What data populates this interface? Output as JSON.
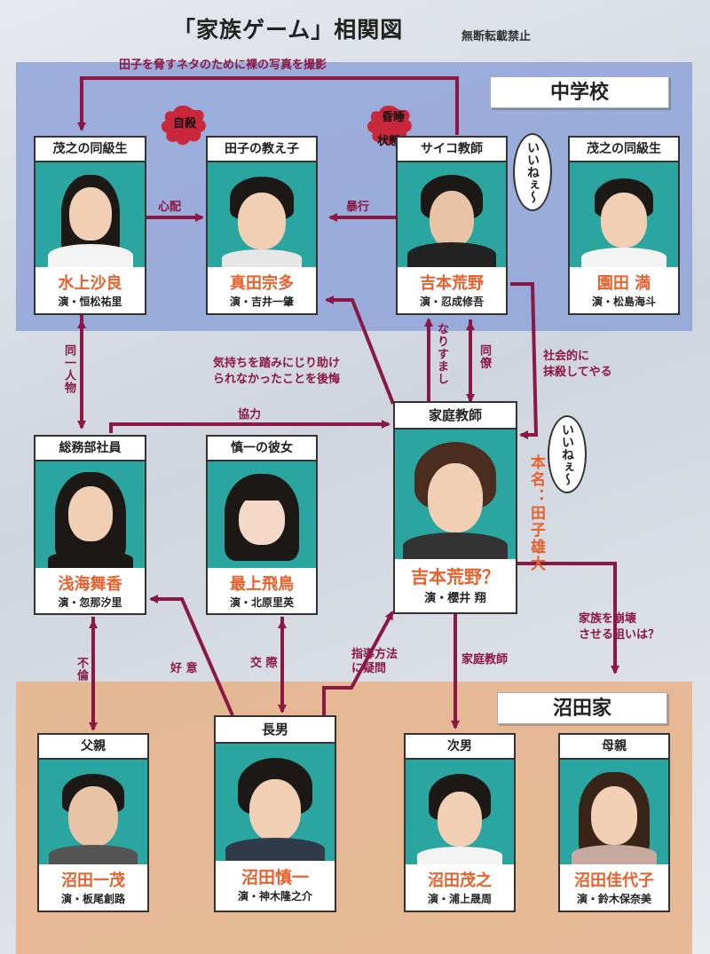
{
  "header": {
    "title": "「家族ゲーム」相関図",
    "subtitle": "無断転載禁止"
  },
  "zones": {
    "school": "中学校",
    "home": "沼田家"
  },
  "colors": {
    "arrow": "#8b1744",
    "name": "#e8602c",
    "photo_bg": "#2aa59f"
  },
  "people": {
    "sara": {
      "role": "茂之の同級生",
      "name": "水上沙良",
      "actor": "演・恒松祐里"
    },
    "souta": {
      "role": "田子の教え子",
      "name": "真田宗多",
      "actor": "演・吉井一肇"
    },
    "psycho": {
      "role": "サイコ教師",
      "name": "吉本荒野",
      "actor": "演・忍成修吾"
    },
    "mitsuru": {
      "role": "茂之の同級生",
      "name": "園田 満",
      "actor": "演・松島海斗"
    },
    "maika": {
      "role": "総務部社員",
      "name": "浅海舞香",
      "actor": "演・忽那汐里"
    },
    "asuka": {
      "role": "慎一の彼女",
      "name": "最上飛鳥",
      "actor": "演・北原里英"
    },
    "tutor": {
      "role": "家庭教師",
      "name": "吉本荒野？",
      "actor": "演・櫻井 翔"
    },
    "kazushige": {
      "role": "父親",
      "name": "沼田一茂",
      "actor": "演・板尾創路"
    },
    "shinichi": {
      "role": "長男",
      "name": "沼田慎一",
      "actor": "演・神木隆之介"
    },
    "shigeyuki": {
      "role": "次男",
      "name": "沼田茂之",
      "actor": "演・浦上晟周"
    },
    "kayoko": {
      "role": "母親",
      "name": "沼田佳代子",
      "actor": "演・鈴木保奈美"
    }
  },
  "labels": {
    "photo_blackmail": "田子を脅すネタのために裸の写真を撮影",
    "suicide": "自殺",
    "coma_1": "昏睡",
    "coma_2": "状態",
    "shinpai": "心配",
    "bouko": "暴行",
    "regret_1": "気持ちを踏みにじり助け",
    "regret_2": "られなかったことを後悔",
    "doukyuusei": "同一人物",
    "kyouryoku": "協力",
    "narisumashi": "なりすまし",
    "douryou": "同僚",
    "massatsu_1": "社会的に",
    "massatsu_2": "抹殺してやる",
    "real_name": "本名：田子雄大",
    "ii_ne_1": "いいねぇ〜",
    "ii_ne_2": "いいねぇ〜",
    "destroy_1": "家族を崩壊",
    "destroy_2": "させる狙いは？",
    "furin": "不倫",
    "koui": "好 意",
    "kousai": "交 際",
    "shidou_1": "指導方法",
    "shidou_2": "に疑問",
    "katei": "家庭教師"
  }
}
